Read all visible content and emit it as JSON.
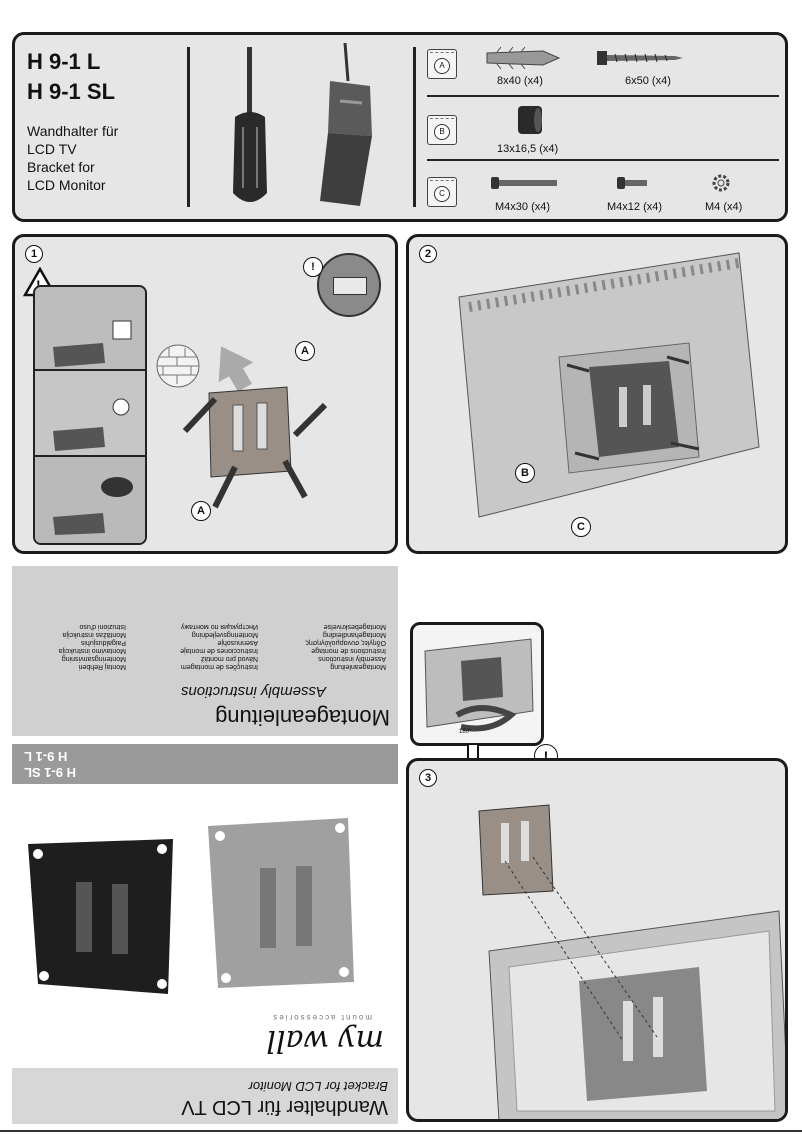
{
  "header": {
    "model_line1": "H 9-1 L",
    "model_line2": "H 9-1 SL",
    "desc_line1": "Wandhalter für",
    "desc_line2": "LCD TV",
    "desc_line3": "Bracket for",
    "desc_line4": "LCD Monitor"
  },
  "parts": {
    "bag_a": "A",
    "bag_b": "B",
    "bag_c": "C",
    "a_dowel": "8x40  (x4)",
    "a_screw": "6x50  (x4)",
    "b_spacer": "13x16,5  (x4)",
    "c_long": "M4x30 (x4)",
    "c_short": "M4x12 (x4)",
    "c_washer": "M4  (x4)"
  },
  "steps": {
    "s1": "1",
    "s2": "2",
    "s3": "3",
    "callout_a": "A",
    "callout_b": "B",
    "callout_c": "C",
    "warning": "!",
    "attention": "!",
    "rotation": "180°"
  },
  "cover": {
    "product_code_1": "H 9-1 L",
    "product_code_2": "H 9-1 SL",
    "title": "Montageanleitung",
    "subtitle": "Assembly instructions",
    "languages_col1": [
      "Montageanleitung",
      "Assembly instructions",
      "Instructions de montage",
      "Οδηγίες συναρμολόγησης",
      "Montagehandleiding",
      "Montagebeskrivelse"
    ],
    "languages_col2": [
      "Instruções de montagem",
      "Návod pro montáž",
      "Instrucciones de montaje",
      "Asennusohje",
      "Monteringsvejledning",
      "Инструкция по монтажу"
    ],
    "languages_col3": [
      "Montaj Rehberi",
      "Monteringsanvisning",
      "Montavimo instrukcija",
      "Paigaldusjuhis",
      "Montāžas instrukcija",
      "Istruzioni d'uso"
    ],
    "brand": "my wall",
    "brand_tag": "mount accessories",
    "footer_title": "Wandhalter für LCD TV",
    "footer_sub": "Bracket for LCD Monitor"
  }
}
